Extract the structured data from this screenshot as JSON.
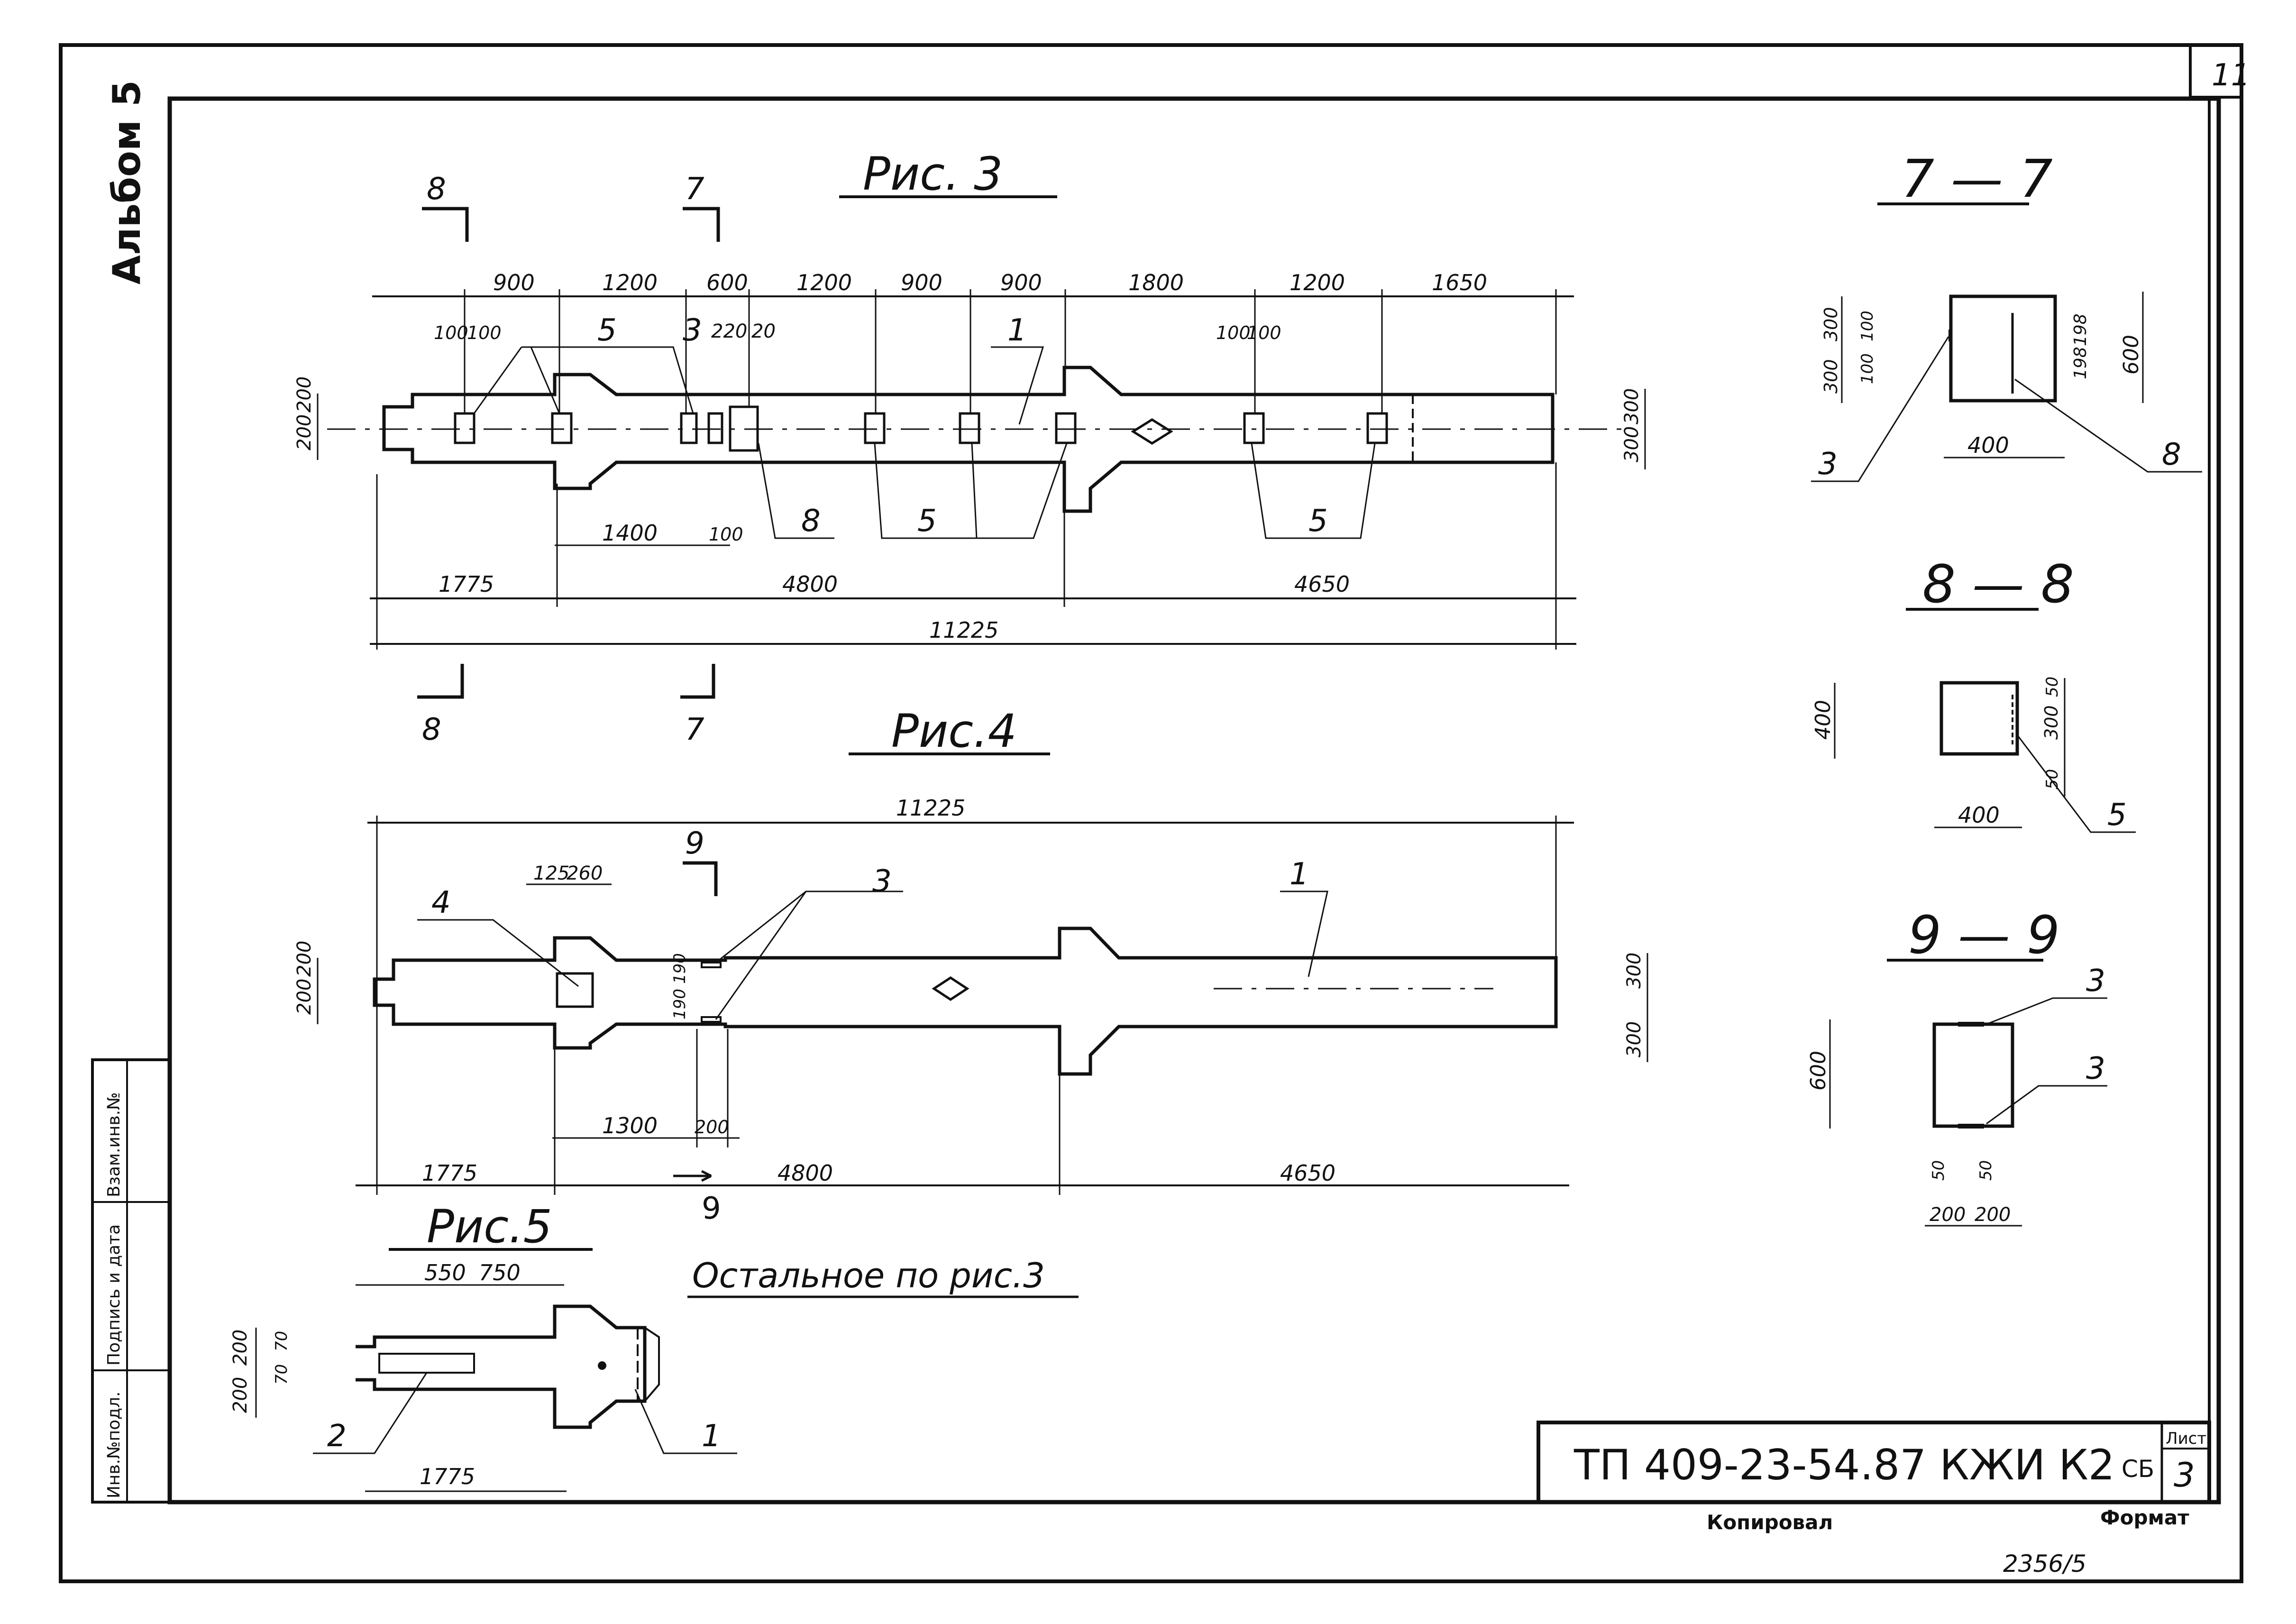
{
  "sheet": {
    "album": "Альбом 5",
    "page_number": "11",
    "stamp_columns": [
      "Инв.№подл.",
      "Подпись и дата",
      "Взам.инв.№"
    ],
    "doc_code": "ТП   409-23-54.87   КЖИ К2",
    "doc_mark": "СБ",
    "sheet_label": "Лист",
    "sheet_no": "3",
    "copied": "Копировал",
    "format": "Формат",
    "archive_no": "2356/5"
  },
  "fig3": {
    "title": "Рис. 3",
    "cut_marks": [
      "8",
      "7",
      "8",
      "7"
    ],
    "top_dims": [
      "900",
      "1200",
      "600",
      "1200",
      "900",
      "900",
      "1800",
      "1200",
      "1650"
    ],
    "small_dims": [
      "100",
      "100",
      "3",
      "220",
      "20",
      "100",
      "100"
    ],
    "left_dims": [
      "200",
      "200"
    ],
    "right_dims": [
      "300",
      "300"
    ],
    "bottom_dims": [
      "1400",
      "100"
    ],
    "segments": [
      "1775",
      "4800",
      "4650"
    ],
    "total": "11225",
    "callouts": [
      "5",
      "3",
      "1",
      "8",
      "5",
      "5"
    ]
  },
  "fig4": {
    "title": "Рис.4",
    "total": "11225",
    "cut_mark": "9",
    "top_dims": [
      "125",
      "260"
    ],
    "left_dims": [
      "200",
      "200"
    ],
    "mid_dims": [
      "190",
      "190"
    ],
    "right_dims": [
      "300",
      "300"
    ],
    "bottom_dims": [
      "1300",
      "200"
    ],
    "segments": [
      "1775",
      "4800",
      "4650"
    ],
    "callouts": [
      "4",
      "3",
      "1"
    ]
  },
  "fig5": {
    "title": "Рис.5",
    "top_dims": [
      "550",
      "750"
    ],
    "left_dims": [
      "200",
      "200",
      "70",
      "70"
    ],
    "bottom_dim": "1775",
    "callouts": [
      "2",
      "1"
    ]
  },
  "note": "Остальное по рис.3",
  "sec77": {
    "title": "7 — 7",
    "dims": [
      "300",
      "300",
      "100",
      "100",
      "198",
      "198",
      "600",
      "400"
    ],
    "callouts": [
      "3",
      "8"
    ]
  },
  "sec88": {
    "title": "8 — 8",
    "dims": [
      "400",
      "50",
      "300",
      "50",
      "400"
    ],
    "callouts": [
      "5"
    ]
  },
  "sec99": {
    "title": "9 — 9",
    "dims": [
      "600",
      "50",
      "50",
      "200",
      "200"
    ],
    "callouts": [
      "3",
      "3"
    ]
  }
}
